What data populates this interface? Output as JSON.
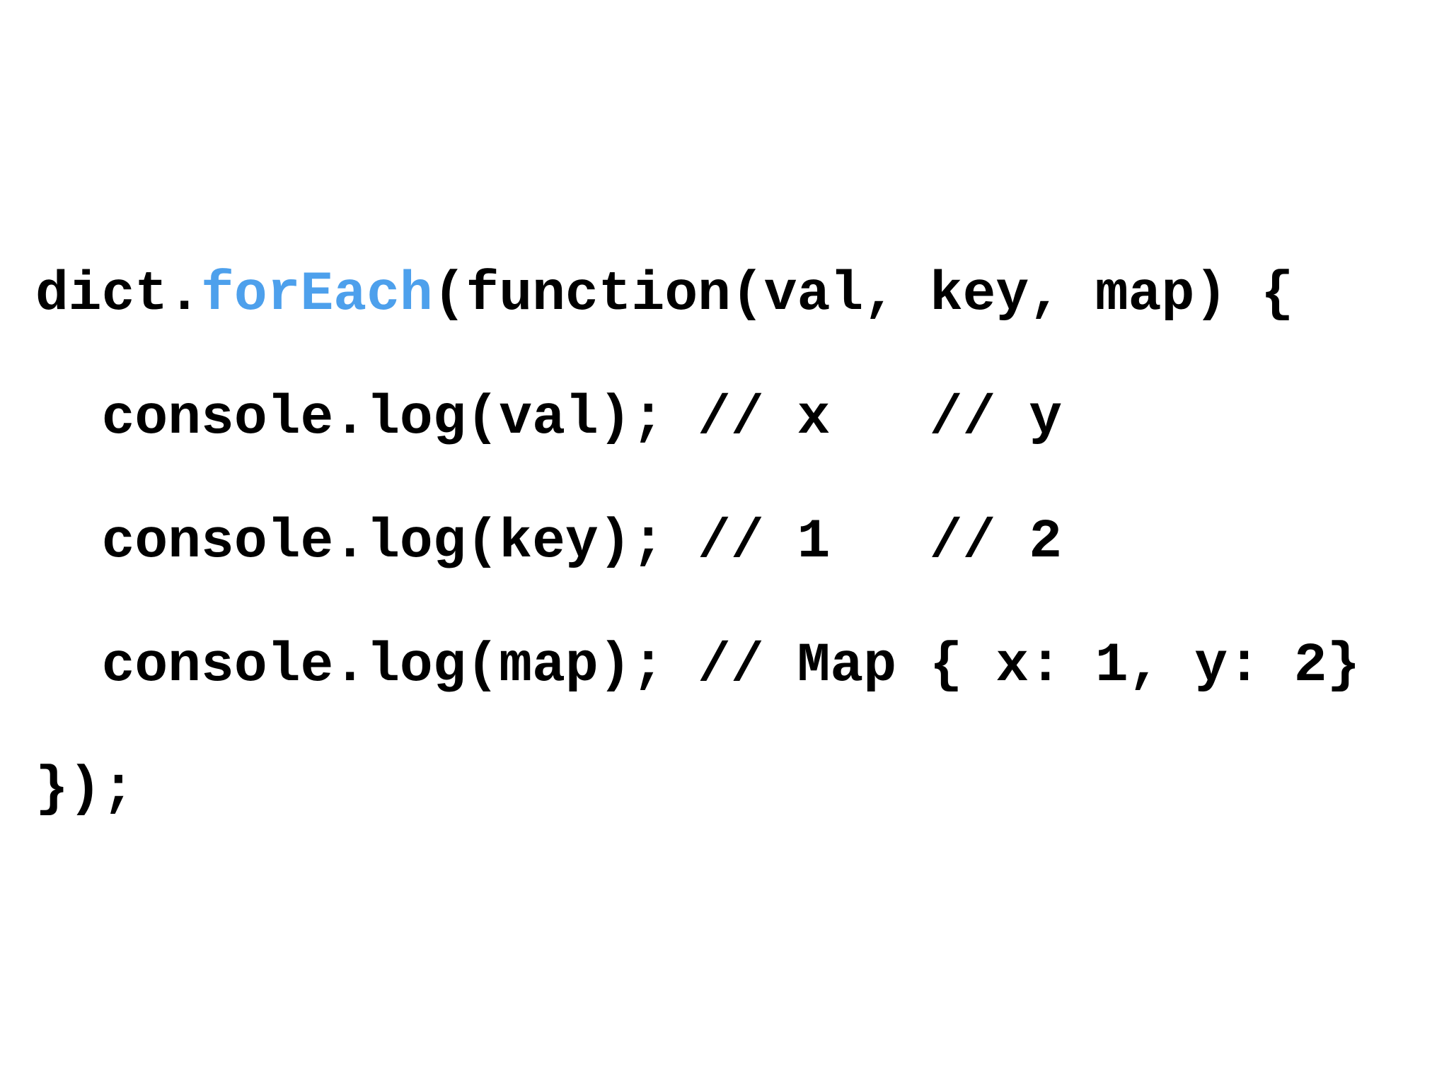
{
  "colors": {
    "background": "#ffffff",
    "code_text": "#000000",
    "keyword": "#4da0ec"
  },
  "code": {
    "language": "javascript",
    "lines": [
      {
        "segments": [
          {
            "text": "dict.",
            "token": "plain"
          },
          {
            "text": "forEach",
            "token": "keyword"
          },
          {
            "text": "(function(val, key, map) {",
            "token": "plain"
          }
        ]
      },
      {
        "segments": [
          {
            "text": "  console.log(val); // x   // y",
            "token": "plain"
          }
        ]
      },
      {
        "segments": [
          {
            "text": "  console.log(key); // 1   // 2",
            "token": "plain"
          }
        ]
      },
      {
        "segments": [
          {
            "text": "  console.log(map); // Map { x: 1, y: 2}",
            "token": "plain"
          }
        ]
      },
      {
        "segments": [
          {
            "text": "});",
            "token": "plain"
          }
        ]
      }
    ]
  }
}
